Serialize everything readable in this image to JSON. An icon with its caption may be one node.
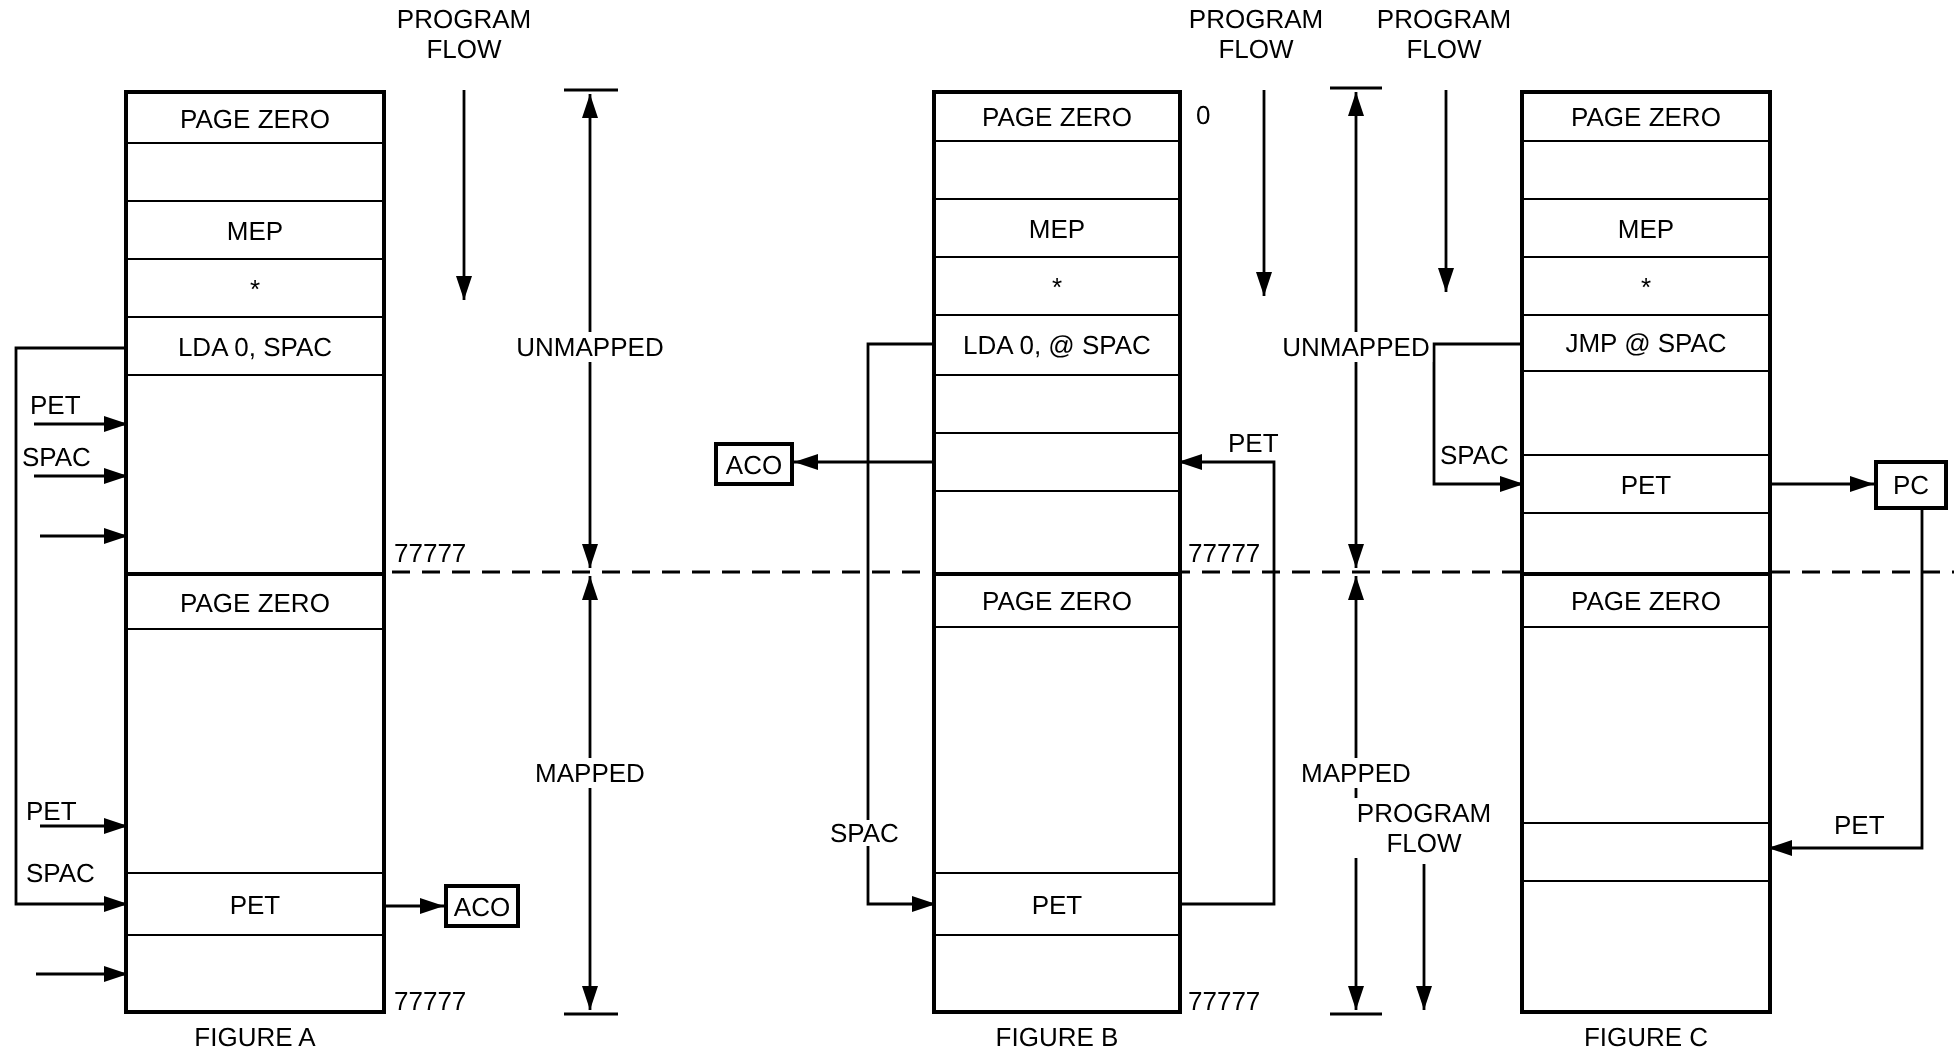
{
  "diagram": {
    "nodes": [
      {
        "text": [],
        "shape": "box",
        "beside": [
          "FIGURE A"
        ]
      },
      {
        "text": [
          "PAGE ZERO"
        ],
        "in": 0
      },
      {
        "text": [],
        "shape": "box",
        "in": 0
      },
      {
        "text": [
          "MEP"
        ],
        "in": 0
      },
      {
        "text": [
          "*"
        ],
        "in": 0
      },
      {
        "text": [
          "LDA 0, SPAC"
        ],
        "in": 0
      },
      {
        "text": [],
        "shape": "box",
        "in": 0
      },
      {
        "text": [
          "PAGE ZERO"
        ],
        "in": 0
      },
      {
        "text": [],
        "shape": "box",
        "in": 0
      },
      {
        "text": [
          "PET"
        ],
        "in": 0
      },
      {
        "text": [],
        "shape": "box",
        "in": 0
      },
      {
        "text": [
          "ACO"
        ]
      },
      {
        "text": [],
        "shape": "box",
        "beside": [
          "FIGURE B"
        ]
      },
      {
        "text": [
          "PAGE ZERO"
        ],
        "in": 12
      },
      {
        "text": [],
        "shape": "box",
        "in": 12
      },
      {
        "text": [
          "MEP"
        ],
        "in": 12
      },
      {
        "text": [
          "*"
        ],
        "in": 12
      },
      {
        "text": [
          "LDA 0, @ SPAC"
        ],
        "in": 12
      },
      {
        "text": [],
        "shape": "box",
        "in": 12
      },
      {
        "text": [],
        "shape": "box",
        "in": 12
      },
      {
        "text": [],
        "shape": "box",
        "in": 12
      },
      {
        "text": [
          "PAGE ZERO"
        ],
        "in": 12
      },
      {
        "text": [],
        "shape": "box",
        "in": 12
      },
      {
        "text": [
          "PET"
        ],
        "in": 12
      },
      {
        "text": [],
        "shape": "box",
        "in": 12
      },
      {
        "text": [
          "ACO"
        ]
      },
      {
        "text": [],
        "shape": "box",
        "beside": [
          "FIGURE C"
        ]
      },
      {
        "text": [
          "PAGE ZERO"
        ],
        "in": 26
      },
      {
        "text": [],
        "shape": "box",
        "in": 26
      },
      {
        "text": [
          "MEP"
        ],
        "in": 26
      },
      {
        "text": [
          "*"
        ],
        "in": 26
      },
      {
        "text": [
          "JMP @ SPAC"
        ],
        "in": 26
      },
      {
        "text": [],
        "shape": "box",
        "in": 26
      },
      {
        "text": [
          "PET"
        ],
        "in": 26
      },
      {
        "text": [],
        "shape": "box",
        "in": 26
      },
      {
        "text": [
          "PAGE ZERO"
        ],
        "in": 26
      },
      {
        "text": [],
        "shape": "box",
        "in": 26
      },
      {
        "text": [],
        "shape": "box",
        "in": 26
      },
      {
        "text": [],
        "shape": "box",
        "in": 26
      },
      {
        "text": [
          "PC"
        ]
      }
    ],
    "edges": [
      {
        "from": null,
        "to": 6,
        "arrow": "to",
        "label": "PET"
      },
      {
        "from": null,
        "to": 6,
        "arrow": "to",
        "label": "SPAC"
      },
      {
        "from": null,
        "to": 6,
        "arrow": "to"
      },
      {
        "from": null,
        "to": 8,
        "arrow": "to",
        "label": "PET"
      },
      {
        "from": 5,
        "to": 9,
        "arrow": "to",
        "label": "SPAC"
      },
      {
        "from": null,
        "to": 10,
        "arrow": "to"
      },
      {
        "from": 9,
        "to": 11,
        "arrow": "to"
      },
      {
        "from": 17,
        "to": 23,
        "arrow": "to",
        "label": "SPAC"
      },
      {
        "from": 19,
        "to": 25,
        "arrow": "to"
      },
      {
        "from": 23,
        "to": 19,
        "arrow": "to",
        "label": "PET"
      },
      {
        "from": 31,
        "to": 33,
        "arrow": "to",
        "label": "SPAC"
      },
      {
        "from": 33,
        "to": 39,
        "arrow": "to"
      },
      {
        "from": 39,
        "to": 37,
        "arrow": "to",
        "label": "PET"
      }
    ],
    "labels": [
      "PROGRAM FLOW",
      "PROGRAM FLOW",
      "PROGRAM FLOW",
      "0",
      "UNMAPPED",
      "UNMAPPED",
      "77777",
      "77777",
      "MAPPED",
      "MAPPED",
      "PROGRAM FLOW",
      "77777",
      "77777"
    ]
  }
}
